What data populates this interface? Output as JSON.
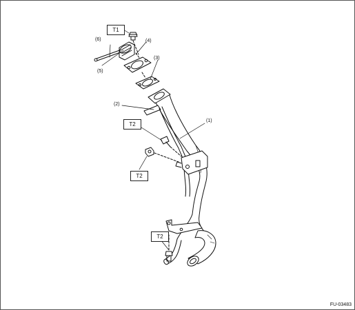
{
  "figure": {
    "figure_code": "FU-03483",
    "torque_labels": {
      "t1": "T1",
      "t2_upper": "T2",
      "t2_middle": "T2",
      "t2_lower": "T2"
    },
    "callouts": {
      "filler_pipe": "(1)",
      "breather_tube": "(2)",
      "gasket": "(3)",
      "packing": "(4)",
      "filler_cap": "(5)",
      "cap_tether": "(6)"
    }
  }
}
